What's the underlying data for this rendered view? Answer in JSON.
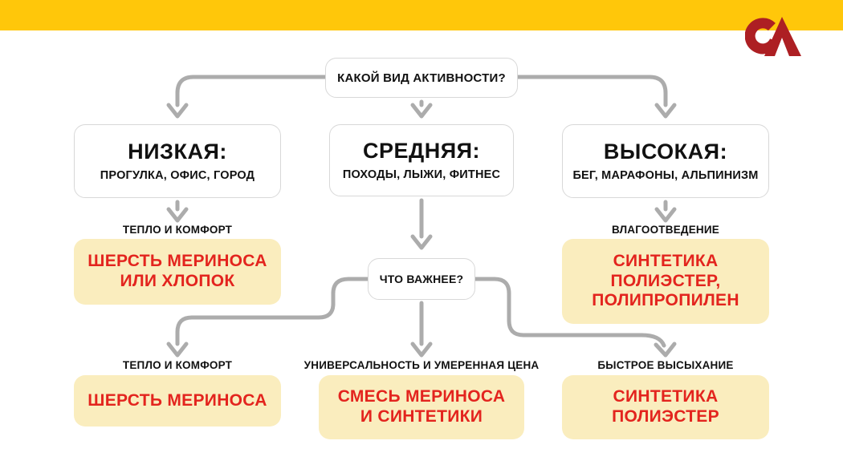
{
  "header": {
    "logo_name": "ca-monogram-logo"
  },
  "colors": {
    "accent_yellow": "#FFC70A",
    "result_box_bg": "#FAEDBE",
    "result_text_red": "#E3241E",
    "connector_gray": "#ACACAC",
    "logo_red": "#AD1F23",
    "box_border": "#D8D8D8"
  },
  "flowchart": {
    "root_question": "КАКОЙ ВИД АКТИВНОСТИ?",
    "branches": [
      {
        "title": "НИЗКАЯ:",
        "subtitle": "ПРОГУЛКА, ОФИС, ГОРОД",
        "criterion": "ТЕПЛО И КОМФОРТ",
        "result": "ШЕРСТЬ МЕРИНОСА\nИЛИ ХЛОПОК"
      },
      {
        "title": "СРЕДНЯЯ:",
        "subtitle": "ПОХОДЫ, ЛЫЖИ, ФИТНЕС"
      },
      {
        "title": "ВЫСОКАЯ:",
        "subtitle": "БЕГ, МАРАФОНЫ, АЛЬПИНИЗМ",
        "criterion": "ВЛАГООТВЕДЕНИЕ",
        "result": "СИНТЕТИКА\nПОЛИЭСТЕР,\nПОЛИПРОПИЛЕН"
      }
    ],
    "secondary_question": "ЧТО ВАЖНЕЕ?",
    "secondary_branches": [
      {
        "criterion": "ТЕПЛО И КОМФОРТ",
        "result": "ШЕРСТЬ МЕРИНОСА"
      },
      {
        "criterion": "УНИВЕРСАЛЬНОСТЬ И УМЕРЕННАЯ ЦЕНА",
        "result": "СМЕСЬ МЕРИНОСА\nИ СИНТЕТИКИ"
      },
      {
        "criterion": "БЫСТРОЕ ВЫСЫХАНИЕ",
        "result": "СИНТЕТИКА\nПОЛИЭСТЕР"
      }
    ]
  }
}
